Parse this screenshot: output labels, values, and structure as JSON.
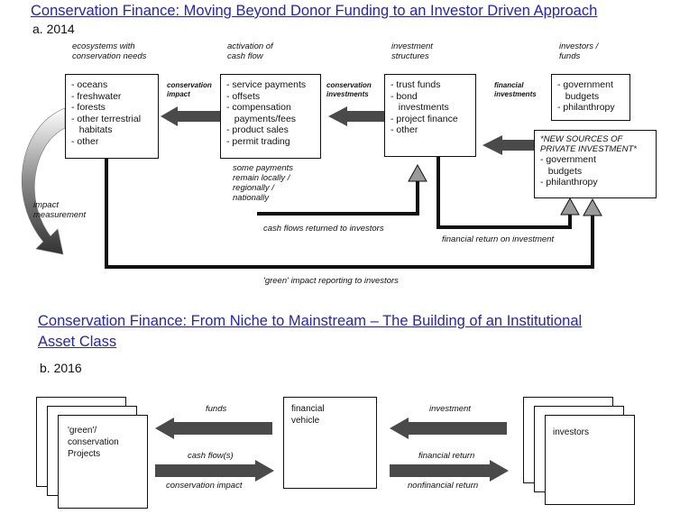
{
  "panel_a": {
    "title": "Conservation Finance: Moving Beyond Donor Funding to an Investor Driven Approach",
    "year": "a. 2014",
    "headers": {
      "ecosystems": "ecosystems with\nconservation needs",
      "activation": "activation of\ncash flow",
      "structures": "investment\nstructures",
      "investors": "investors /\nfunds"
    },
    "ecosystem_items": [
      "- oceans",
      "- freshwater",
      "- forests",
      "- other terrestrial",
      "   habitats",
      "- other"
    ],
    "cashflow_items": [
      "- service payments",
      "- offsets",
      "- compensation",
      "   payments/fees",
      "- product sales",
      "- permit trading"
    ],
    "structure_items": [
      "- trust funds",
      "- bond",
      "   investments",
      "- project finance",
      "- other"
    ],
    "investor_items": [
      "- government",
      "   budgets",
      "- philanthropy"
    ],
    "new_sources": {
      "heading": "*NEW SOURCES OF\nPRIVATE INVESTMENT*",
      "items": [
        "- government",
        "   budgets",
        "- philanthropy"
      ]
    },
    "arrow_labels": {
      "conservation_impact": "conservation\nimpact",
      "conservation_investments": "conservation\ninvestments",
      "financial_investments": "financial\ninvestments",
      "some_payments": "some payments\nremain locally /\nregionally /\nnationally",
      "impact_measurement": "impact\nmeasurement",
      "cash_flows_returned": "cash flows returned to investors",
      "financial_return": "financial return on investment",
      "green_impact_reporting": "'green' impact reporting to investors"
    }
  },
  "panel_b": {
    "title_line1": "Conservation Finance: From Niche to Mainstream – The Building of an Institutional",
    "title_line2": "Asset Class",
    "year": "b. 2016",
    "projects_label": "'green'/\nconservation\nProjects",
    "vehicle_label": "financial\nvehicle",
    "investors_label": "investors",
    "arrow_labels": {
      "funds": "funds",
      "investment": "investment",
      "cash_flows": "cash flow(s)",
      "conservation_impact": "conservation impact",
      "financial_return": "financial return",
      "nonfinancial_return": "nonfinancial return"
    }
  },
  "colors": {
    "link": "#2323c8",
    "arrow": "#4a4a4a",
    "line": "#111111"
  }
}
